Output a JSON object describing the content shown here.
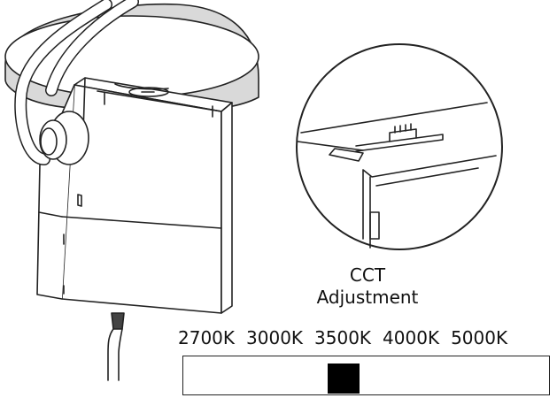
{
  "title_line1": "CCT",
  "title_line2": "Adjustment",
  "temperature_options": [
    "2700K",
    "3000K",
    "3500K",
    "4000K",
    "5000K"
  ],
  "selected_index": 2,
  "colors": {
    "line": "#222222",
    "knob": "#000000",
    "ceiling_fill": "#d9d9d9",
    "background": "#ffffff"
  }
}
